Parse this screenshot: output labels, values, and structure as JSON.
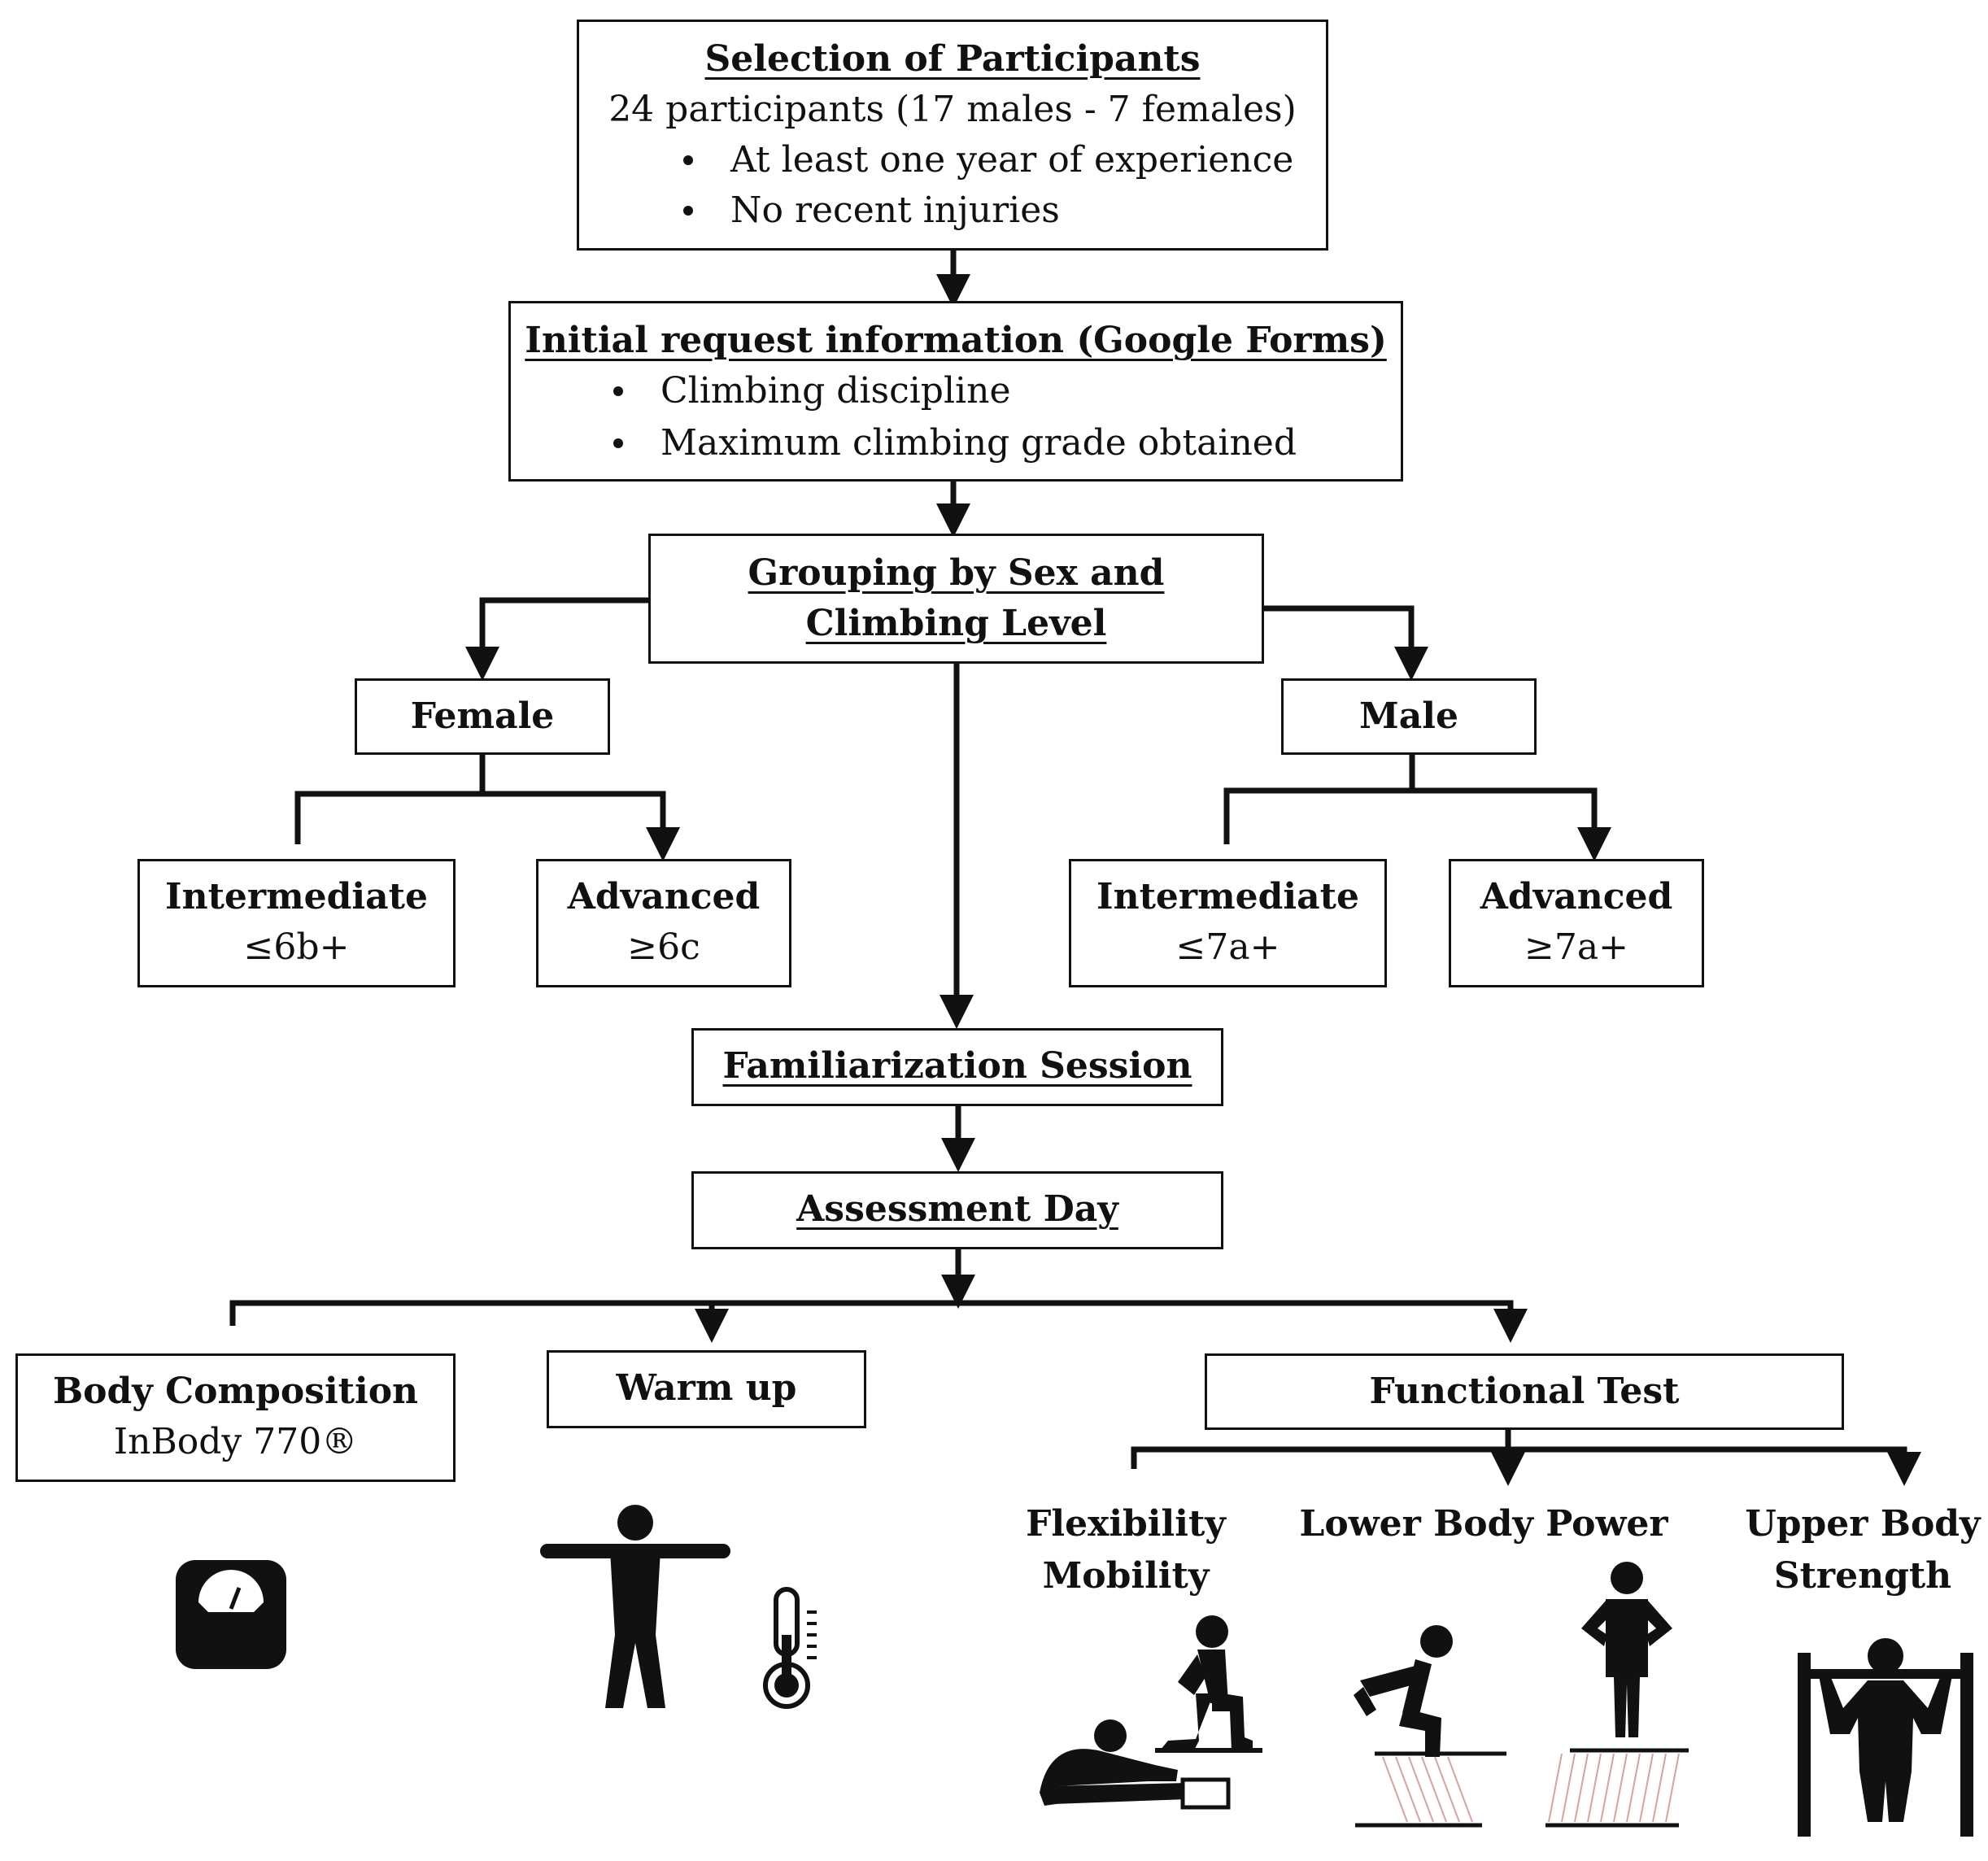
{
  "selection": {
    "title": "Selection of Participants",
    "subtitle": "24 participants (17 males - 7 females)",
    "items": [
      "At least one year of experience",
      "No recent injuries"
    ]
  },
  "initial": {
    "title": "Initial request information (Google Forms)",
    "items": [
      "Climbing discipline",
      "Maximum climbing grade obtained"
    ]
  },
  "grouping": {
    "line1": "Grouping by Sex and",
    "line2": "Climbing Level"
  },
  "female": {
    "label": "Female",
    "intermediate": {
      "label": "Intermediate",
      "grade": "≤6b+"
    },
    "advanced": {
      "label": "Advanced",
      "grade": "≥6c"
    }
  },
  "male": {
    "label": "Male",
    "intermediate": {
      "label": "Intermediate",
      "grade": "≤7a+"
    },
    "advanced": {
      "label": "Advanced",
      "grade": "≥7a+"
    }
  },
  "familiarization": "Familiarization Session",
  "assessment": "Assessment Day",
  "body_composition": {
    "label": "Body Composition",
    "device": "InBody 770®"
  },
  "warmup": "Warm up",
  "functional": "Functional Test",
  "tests": {
    "flexibility": {
      "line1": "Flexibility",
      "line2": "Mobility"
    },
    "lower": "Lower Body Power",
    "upper": {
      "line1": "Upper Body",
      "line2": "Strength"
    }
  },
  "icons": [
    "scale-icon",
    "person-arms-out-icon",
    "thermometer-icon",
    "sit-and-reach-icon",
    "lunge-icon",
    "squat-jump-icon",
    "standing-jump-icon",
    "pull-up-icon"
  ]
}
